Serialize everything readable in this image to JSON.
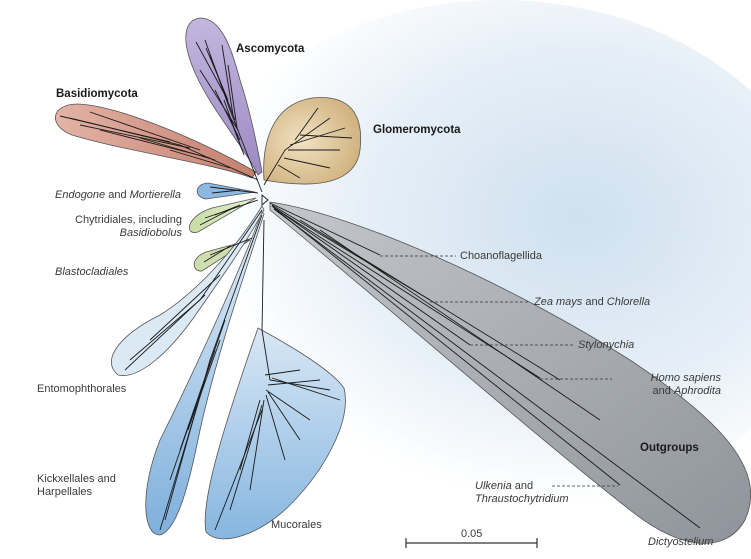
{
  "clades": {
    "ascomycota": "Ascomycota",
    "basidiomycota": "Basidiomycota",
    "glomeromycota": "Glomeromycota",
    "endogone_a": "Endogone",
    "endogone_b": " and ",
    "endogone_c": "Mortierella",
    "chytrid_line1": "Chytridiales, including",
    "chytrid_line2": "Basidiobolus",
    "blastocladiales": "Blastocladiales",
    "entomophthorales": "Entomophthorales",
    "kickx_line1": "Kickxellales and",
    "kickx_line2": "Harpellales",
    "mucorales": "Mucorales",
    "choanoflagellida": "Choanoflagellida",
    "zea_a": "Zea mays",
    "zea_b": " and ",
    "zea_c": "Chlorella",
    "stylonychia": "Stylonychia",
    "homo_line1": "Homo sapiens",
    "homo_line2_a": "and ",
    "homo_line2_b": "Aphrodita",
    "outgroups": "Outgroups",
    "ulkenia_a": "Ulkenia",
    "ulkenia_b": " and",
    "ulkenia_line2": "Thraustochytridium",
    "dictyostelium": "Dictyostelium"
  },
  "scale_bar": {
    "label": "0.05"
  },
  "colors": {
    "ascomycota": "#b6a6d3",
    "basidiomycota": "#d49b8e",
    "glomeromycota": "#d8c196",
    "endogone": "#8cb6e0",
    "chytrid": "#d4e5b4",
    "blastocladiales": "#cddcaa",
    "zygomycetes": "#a8c9e8",
    "outgroups": "#a9acb2"
  }
}
